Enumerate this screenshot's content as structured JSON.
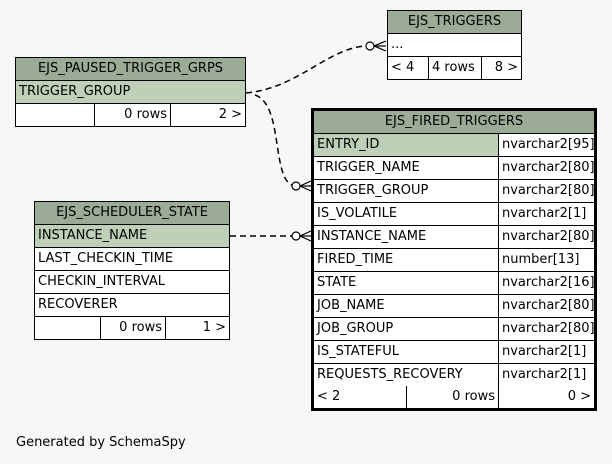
{
  "tables": {
    "triggers": {
      "name": "EJS_TRIGGERS",
      "rows": [
        "..."
      ],
      "footer": [
        "< 4",
        "4 rows",
        "8 >"
      ]
    },
    "paused": {
      "name": "EJS_PAUSED_TRIGGER_GRPS",
      "rows": [
        "TRIGGER_GROUP"
      ],
      "footer": [
        "",
        "0 rows",
        "2 >"
      ]
    },
    "scheduler": {
      "name": "EJS_SCHEDULER_STATE",
      "rows": [
        "INSTANCE_NAME",
        "LAST_CHECKIN_TIME",
        "CHECKIN_INTERVAL",
        "RECOVERER"
      ],
      "footer": [
        "",
        "0 rows",
        "1 >"
      ]
    },
    "fired": {
      "name": "EJS_FIRED_TRIGGERS",
      "columns": [
        {
          "name": "ENTRY_ID",
          "type": "nvarchar2[95]"
        },
        {
          "name": "TRIGGER_NAME",
          "type": "nvarchar2[80]"
        },
        {
          "name": "TRIGGER_GROUP",
          "type": "nvarchar2[80]"
        },
        {
          "name": "IS_VOLATILE",
          "type": "nvarchar2[1]"
        },
        {
          "name": "INSTANCE_NAME",
          "type": "nvarchar2[80]"
        },
        {
          "name": "FIRED_TIME",
          "type": "number[13]"
        },
        {
          "name": "STATE",
          "type": "nvarchar2[16]"
        },
        {
          "name": "JOB_NAME",
          "type": "nvarchar2[80]"
        },
        {
          "name": "JOB_GROUP",
          "type": "nvarchar2[80]"
        },
        {
          "name": "IS_STATEFUL",
          "type": "nvarchar2[1]"
        },
        {
          "name": "REQUESTS_RECOVERY",
          "type": "nvarchar2[1]"
        }
      ],
      "footer": [
        "< 2",
        "0 rows",
        "0 >"
      ]
    }
  },
  "generated_by": "Generated by SchemaSpy",
  "colors": {
    "header": "#9bab96",
    "key_column": "#bed1b8",
    "background": "#f7f7f7"
  }
}
